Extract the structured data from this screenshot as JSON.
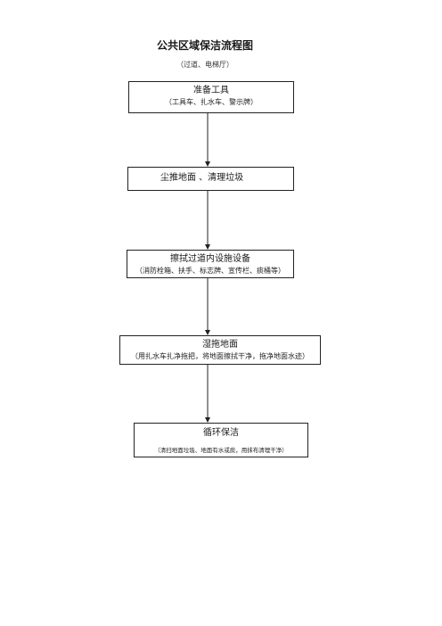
{
  "title": "公共区域保洁流程图",
  "subtitle": "（过道、电梯厅）",
  "steps": [
    {
      "label": "准备工具",
      "detail": "（工具车、扎水车、警示牌）"
    },
    {
      "label": "尘推地面 、清理垃圾",
      "detail": ""
    },
    {
      "label": "擦拭过道内设施设备",
      "detail": "（消防栓箱、扶手、标志牌、宣传栏、痰桶等）"
    },
    {
      "label": "湿拖地面",
      "detail": "（用扎水车扎净拖把，将地面擦拭干净，拖净地面水迹）"
    },
    {
      "label": "循环保洁",
      "detail": "（清扫地面垃圾、地面有水或痰，用抹布清理干净）"
    }
  ]
}
